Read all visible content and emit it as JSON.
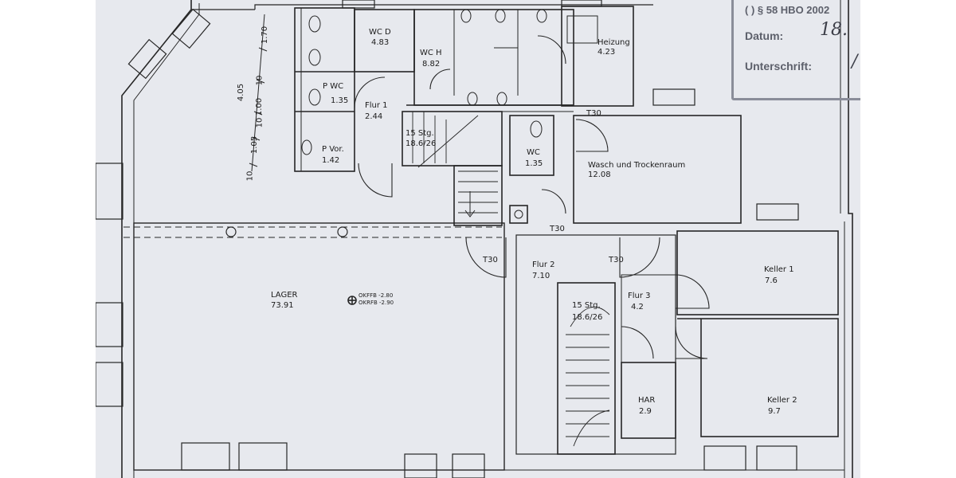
{
  "stamp": {
    "paragraph": "( ) § 58 HBO 2002",
    "date_label": "Datum:",
    "date_value": "18.",
    "signature_label": "Unterschrift:",
    "signature_value": "/"
  },
  "rooms": {
    "wc_d": {
      "name": "WC D",
      "area": "4.83"
    },
    "wc_h": {
      "name": "WC H",
      "area": "8.82"
    },
    "heizung": {
      "name": "Heizung",
      "area": "4.23"
    },
    "p_wc": {
      "name": "P WC",
      "area": "1.35"
    },
    "flur1": {
      "name": "Flur 1",
      "area": "2.44"
    },
    "p_vor": {
      "name": "P Vor.",
      "area": "1.42"
    },
    "wc": {
      "name": "WC",
      "area": "1.35"
    },
    "wasch": {
      "name": "Wasch und Trockenraum",
      "area": "12.08"
    },
    "lager": {
      "name": "LAGER",
      "area": "73.91"
    },
    "flur2": {
      "name": "Flur 2",
      "area": "7.10"
    },
    "flur3": {
      "name": "Flur 3",
      "area": "4.2"
    },
    "keller1": {
      "name": "Keller 1",
      "area": "7.6"
    },
    "keller2": {
      "name": "Keller 2",
      "area": "9.7"
    },
    "har": {
      "name": "HAR",
      "area": "2.9"
    }
  },
  "stairs": {
    "upper": {
      "steps": "15 Stg.",
      "size": "18.6/26"
    },
    "lower": {
      "steps": "15 Stg.",
      "size": "18.6/26"
    }
  },
  "doors": {
    "t30": "T30"
  },
  "level": {
    "okffb": "OKFFB -2.80",
    "okrfb": "OKRFB -2.90"
  },
  "dimensions": [
    "1.70",
    "4.05",
    "1.00",
    "1.05",
    "10",
    "10",
    "10"
  ]
}
